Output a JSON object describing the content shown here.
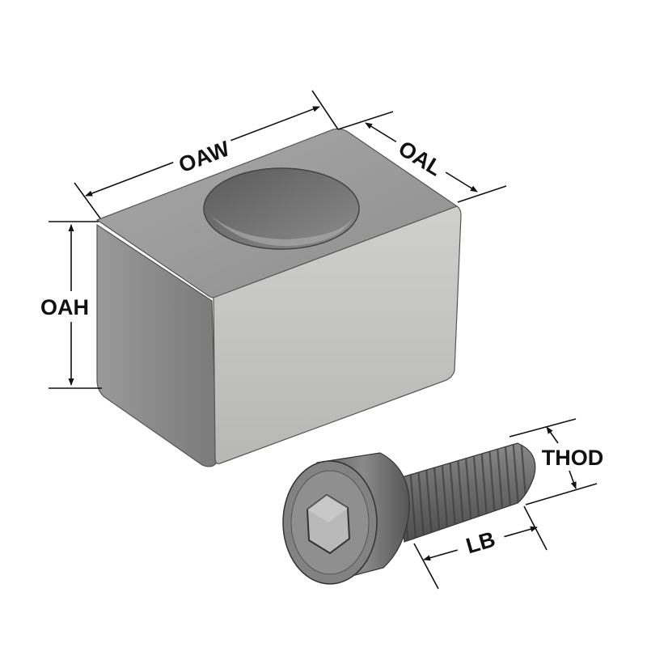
{
  "labels": {
    "oaw": "OAW",
    "oal": "OAL",
    "oah": "OAH",
    "thod": "THOD",
    "lb": "LB"
  },
  "colors": {
    "dimension_line": "#111111",
    "label_text": "#111111",
    "block_top": "#9c9c9c",
    "block_front": "#c4c4c2",
    "block_side": "#8a8a8a",
    "bolt": "#6e6e6e"
  }
}
